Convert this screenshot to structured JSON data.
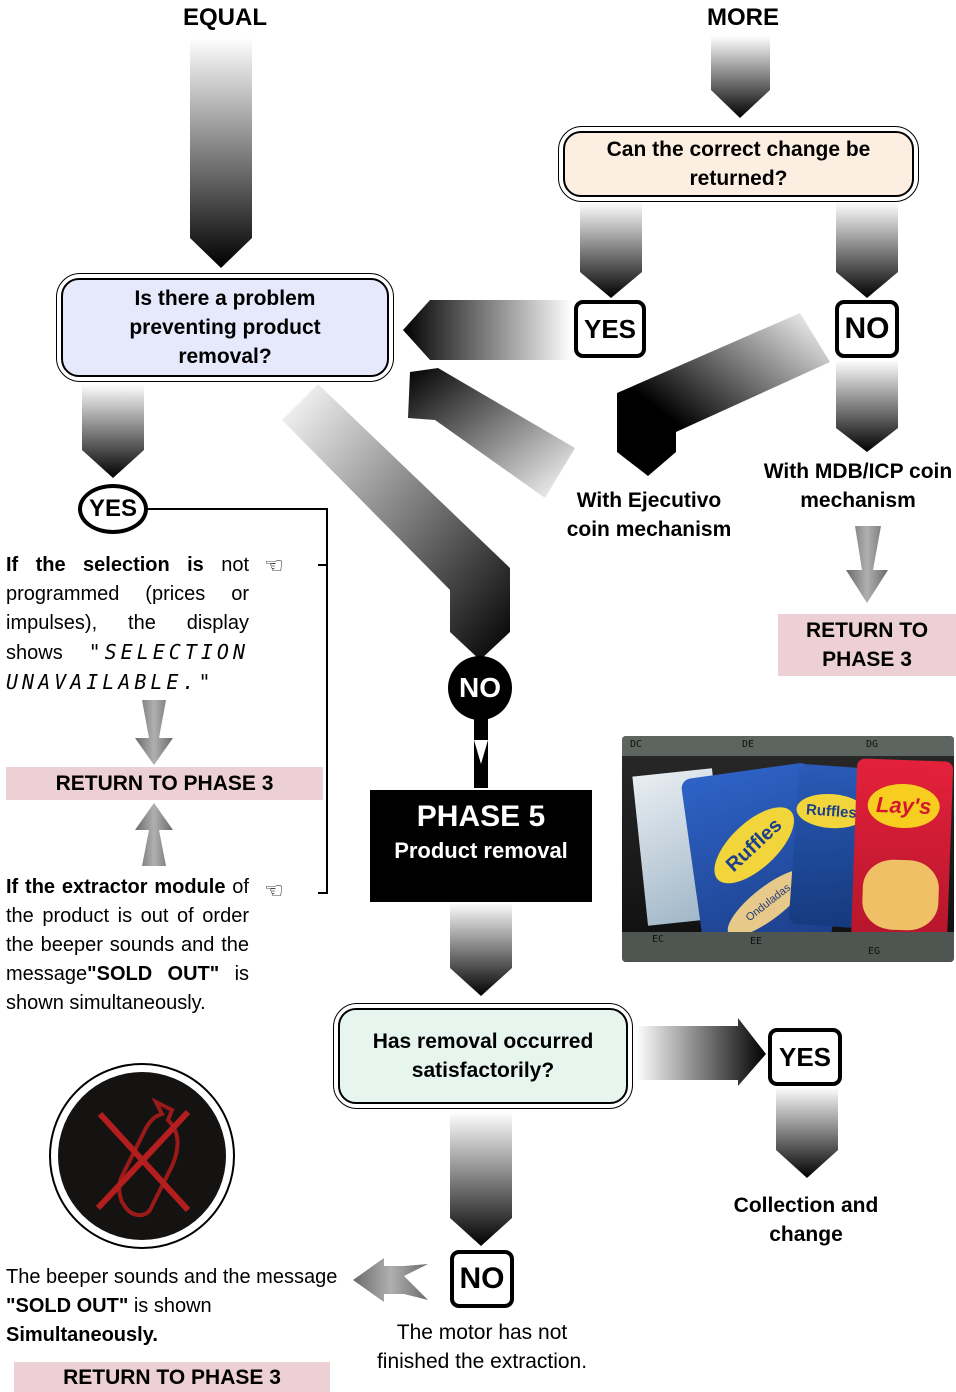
{
  "headers": {
    "equal": "EQUAL",
    "more": "MORE"
  },
  "questions": {
    "change": "Can the correct change be returned?",
    "problem": "Is there a problem preventing product removal?",
    "removal": "Has removal occurred satisfactorily?"
  },
  "answers": {
    "yes": "YES",
    "no": "NO"
  },
  "labels": {
    "ejecutivo": "With Ejecutivo coin mechanism",
    "mdb": "With MDB/ICP coin mechanism",
    "collection": "Collection and change",
    "motor": "The motor has not finished the extraction."
  },
  "returns": {
    "phase3_stacked": "RETURN TO PHASE 3",
    "phase3": "RETURN TO PHASE 3"
  },
  "phase5": {
    "title": "PHASE 5",
    "subtitle": "Product removal"
  },
  "notes": {
    "selection_bold": "If the selection is",
    "selection_text": " not programmed (prices or impulses), the display shows ",
    "selection_lcd": "\"SELECTION UNAVAILABLE.\"",
    "extractor_bold1": "If the extractor module",
    "extractor_text1": " of the product is out of order the beeper sounds and the message",
    "extractor_bold2": "\"SOLD OUT\"",
    "extractor_text2": " is shown simultaneously.",
    "beeper_text1": "The beeper sounds and the message",
    "beeper_bold1": "\"SOLD OUT\"",
    "beeper_text2": " is shown ",
    "beeper_bold2": "Simultaneously."
  },
  "photo": {
    "slot_labels": [
      "DC",
      "DE",
      "DG",
      "EC",
      "EE",
      "EG"
    ],
    "brands": [
      "Ruffles",
      "Ruffles",
      "Lay's"
    ],
    "subtext": "Onduladas"
  },
  "colors": {
    "change_box": "#fcefe2",
    "problem_box": "#e6e8fb",
    "removal_box": "#e6f5ee",
    "return_box": "#ecd0d5"
  }
}
